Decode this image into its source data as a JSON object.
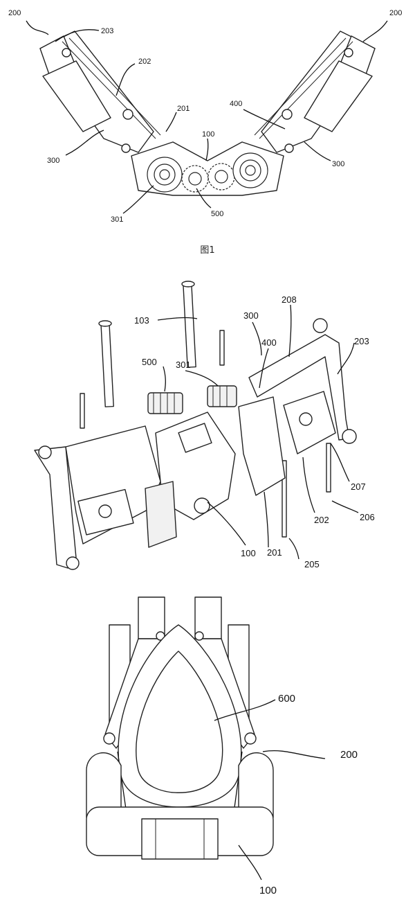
{
  "figure1": {
    "caption": "图1",
    "labels": [
      "200",
      "203",
      "202",
      "201",
      "400",
      "100",
      "300",
      "301",
      "500",
      "300",
      "200"
    ]
  },
  "figure2": {
    "labels": [
      "103",
      "300",
      "208",
      "203",
      "500",
      "301",
      "400",
      "207",
      "206",
      "202",
      "205",
      "201",
      "100"
    ]
  },
  "figure3": {
    "labels": [
      "600",
      "200",
      "100"
    ]
  }
}
